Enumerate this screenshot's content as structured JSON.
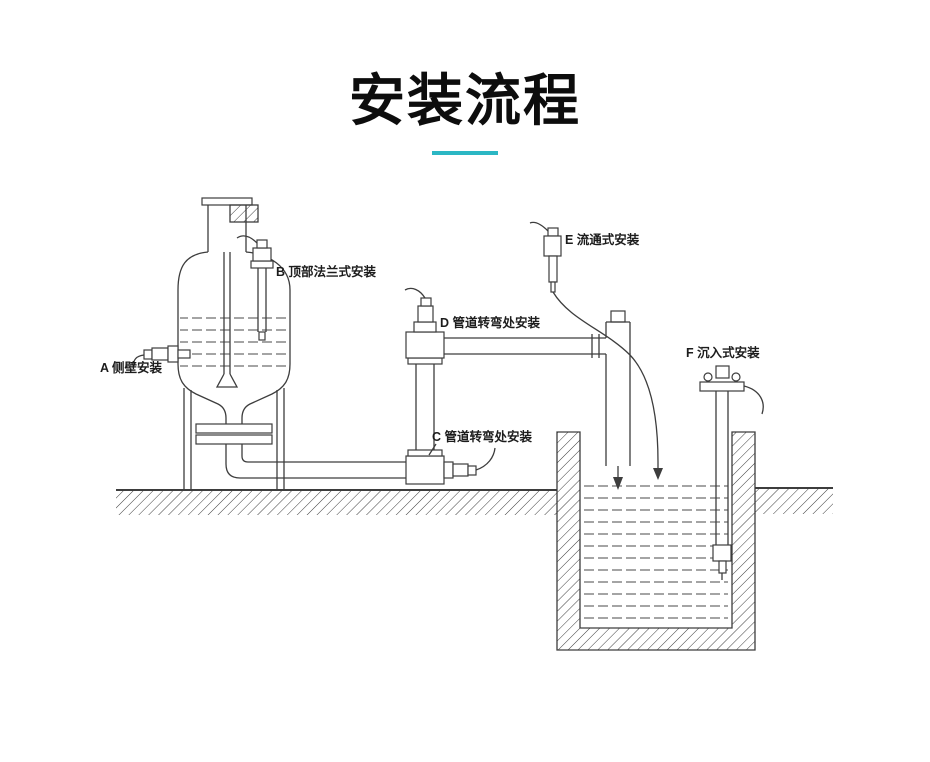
{
  "title": "安装流程",
  "theme": {
    "accent": "#2bb7c4",
    "line_color": "#3d3d3d",
    "text_color": "#0d0d0d",
    "background": "#ffffff"
  },
  "diagram": {
    "labels": {
      "a": "A 侧壁安装",
      "b": "B 顶部法兰式安装",
      "c": "C 管道转弯处安装",
      "d": "D 管道转弯处安装",
      "e": "E 流通式安装",
      "f": "F 沉入式安装"
    }
  }
}
